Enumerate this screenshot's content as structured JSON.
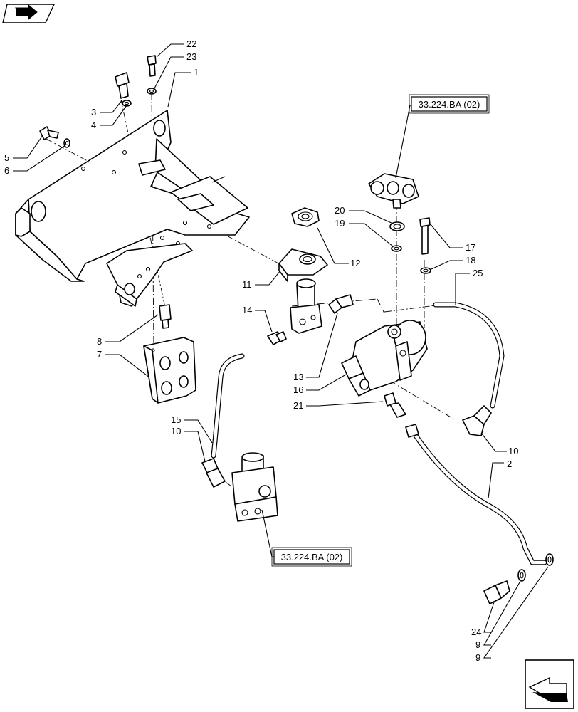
{
  "nav": {
    "prev_icon": "page-back-arrow-icon",
    "next_icon": "page-forward-arrow-icon"
  },
  "references": {
    "top": "33.224.BA (02)",
    "bottom": "33.224.BA (02)"
  },
  "callouts": {
    "c1": "1",
    "c2": "2",
    "c3": "3",
    "c4": "4",
    "c5": "5",
    "c6": "6",
    "c7": "7",
    "c8": "8",
    "c9a": "9",
    "c9b": "9",
    "c10a": "10",
    "c10b": "10",
    "c11": "11",
    "c12": "12",
    "c13": "13",
    "c14": "14",
    "c15": "15",
    "c16": "16",
    "c17": "17",
    "c18": "18",
    "c19": "19",
    "c20": "20",
    "c21": "21",
    "c22": "22",
    "c23": "23",
    "c24": "24",
    "c25": "25"
  }
}
